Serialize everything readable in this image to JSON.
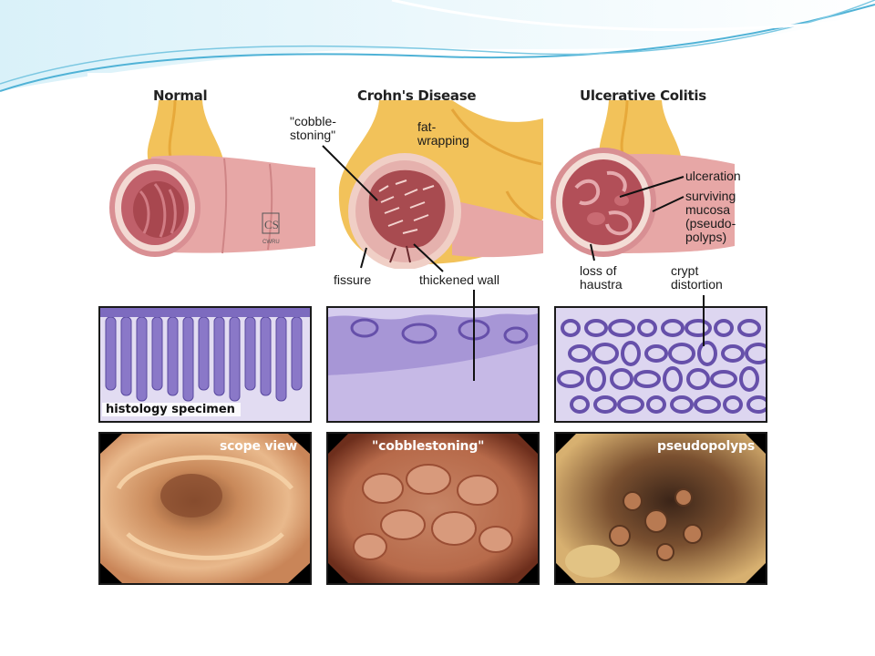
{
  "columns": {
    "normal": "Normal",
    "crohns": "Crohn's Disease",
    "uc": "Ulcerative Colitis"
  },
  "logo": {
    "letters": "CS",
    "sub": "CWRU"
  },
  "annotations": {
    "cobblestoning": "\"cobble-\nstoning\"",
    "fat_wrapping": "fat-\nwrapping",
    "fissure": "fissure",
    "thickened_wall": "thickened wall",
    "ulceration": "ulceration",
    "surviving_mucosa": "surviving\nmucosa\n(pseudo-\npolyps)",
    "loss_of_haustra": "loss of\nhaustra",
    "crypt_distortion": "crypt\ndistortion"
  },
  "histology": {
    "caption": "histology specimen"
  },
  "endoscopy": {
    "normal": "scope view",
    "crohns": "\"cobblestoning\"",
    "uc": "pseudopolyps"
  },
  "colors": {
    "border": "#1a1a1a",
    "histology_stain": "#8a78c8",
    "histology_bg": "#d9d2ee",
    "mucosa": "#c0606a",
    "fat": "#f2c25a",
    "slide_wave": "#5ab8d8"
  }
}
